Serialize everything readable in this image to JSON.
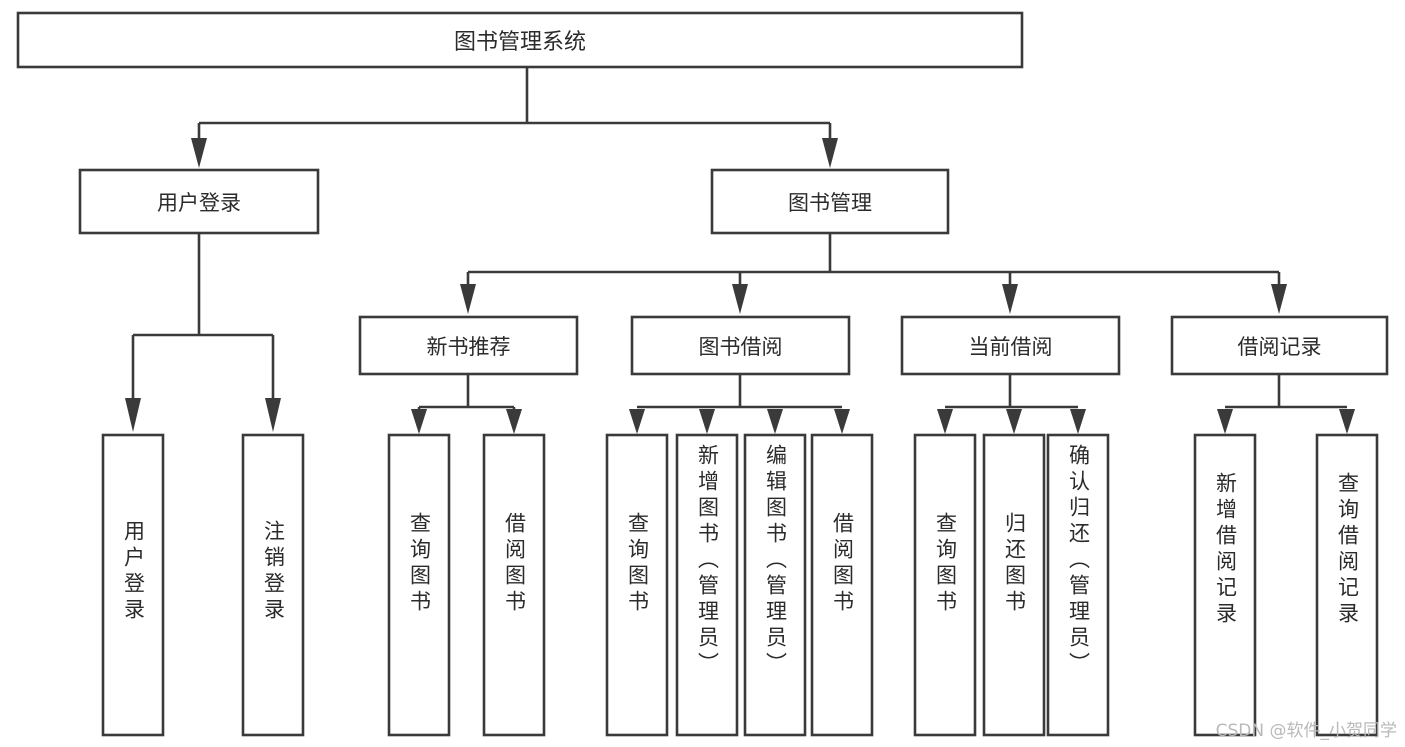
{
  "diagram": {
    "type": "tree",
    "title": "图书管理系统",
    "orientation": "top-down",
    "watermark": "CSDN @软件_小贺同学",
    "colors": {
      "stroke": "#3a3a3a",
      "fill": "#ffffff",
      "text": "#2b2b2b",
      "background": "#ffffff",
      "watermark": "#b9b9b9"
    },
    "root": {
      "label": "图书管理系统"
    },
    "level2": [
      {
        "label": "用户登录"
      },
      {
        "label": "图书管理"
      }
    ],
    "level3": [
      {
        "label": "新书推荐"
      },
      {
        "label": "图书借阅"
      },
      {
        "label": "当前借阅"
      },
      {
        "label": "借阅记录"
      }
    ],
    "leaves": {
      "user_login": [
        {
          "label": "用户登录"
        },
        {
          "label": "注销登录"
        }
      ],
      "new_book_recommend": [
        {
          "label": "查询图书"
        },
        {
          "label": "借阅图书"
        }
      ],
      "book_borrow": [
        {
          "label": "查询图书"
        },
        {
          "label": "新增图书（管理员）"
        },
        {
          "label": "编辑图书（管理员）"
        },
        {
          "label": "借阅图书"
        }
      ],
      "current_borrow": [
        {
          "label": "查询图书"
        },
        {
          "label": "归还图书"
        },
        {
          "label": "确认归还（管理员）"
        }
      ],
      "borrow_record": [
        {
          "label": "新增借阅记录"
        },
        {
          "label": "查询借阅记录"
        }
      ]
    }
  }
}
